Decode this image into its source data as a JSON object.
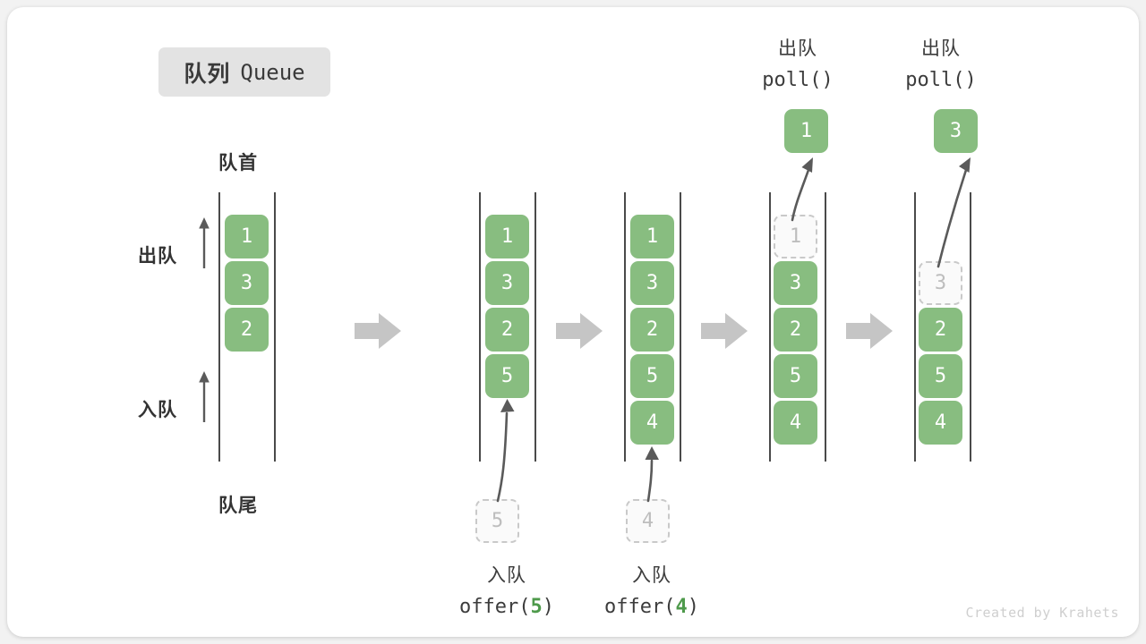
{
  "title": {
    "cn": "队列",
    "en": "Queue"
  },
  "labels": {
    "head": "队首",
    "tail": "队尾",
    "dequeue": "出队",
    "enqueue": "入队"
  },
  "credit": "Created by Krahets",
  "colors": {
    "filled_bg": "#88bd80",
    "filled_text": "#ffffff",
    "ghost_border": "#c9c9c9",
    "ghost_text": "#bdbdbd",
    "rail": "#4a4a4a",
    "flow_arrow": "#c5c5c5",
    "accent_green": "#4e9a4b",
    "badge_bg": "#e3e3e3"
  },
  "captions": {
    "offer5": {
      "line1": "入队",
      "prefix": "offer(",
      "num": "5",
      "suffix": ")"
    },
    "offer4": {
      "line1": "入队",
      "prefix": "offer(",
      "num": "4",
      "suffix": ")"
    },
    "poll1": {
      "line1": "出队",
      "line2": "poll()"
    },
    "poll2": {
      "line1": "出队",
      "line2": "poll()"
    }
  },
  "columns": [
    {
      "name": "initial",
      "cells": [
        {
          "value": "1",
          "state": "filled"
        },
        {
          "value": "3",
          "state": "filled"
        },
        {
          "value": "2",
          "state": "filled"
        }
      ]
    },
    {
      "name": "after-offer-5",
      "cells": [
        {
          "value": "1",
          "state": "filled"
        },
        {
          "value": "3",
          "state": "filled"
        },
        {
          "value": "2",
          "state": "filled"
        },
        {
          "value": "5",
          "state": "filled"
        }
      ],
      "incoming": {
        "value": "5",
        "state": "ghost"
      }
    },
    {
      "name": "after-offer-4",
      "cells": [
        {
          "value": "1",
          "state": "filled"
        },
        {
          "value": "3",
          "state": "filled"
        },
        {
          "value": "2",
          "state": "filled"
        },
        {
          "value": "5",
          "state": "filled"
        },
        {
          "value": "4",
          "state": "filled"
        }
      ],
      "incoming": {
        "value": "4",
        "state": "ghost"
      }
    },
    {
      "name": "after-poll-1",
      "cells": [
        {
          "value": "1",
          "state": "ghost"
        },
        {
          "value": "3",
          "state": "filled"
        },
        {
          "value": "2",
          "state": "filled"
        },
        {
          "value": "5",
          "state": "filled"
        },
        {
          "value": "4",
          "state": "filled"
        }
      ],
      "outgoing": {
        "value": "1",
        "state": "filled"
      }
    },
    {
      "name": "after-poll-3",
      "cells": [
        {
          "value": "3",
          "state": "ghost"
        },
        {
          "value": "2",
          "state": "filled"
        },
        {
          "value": "5",
          "state": "filled"
        },
        {
          "value": "4",
          "state": "filled"
        }
      ],
      "outgoing": {
        "value": "3",
        "state": "filled"
      }
    }
  ]
}
